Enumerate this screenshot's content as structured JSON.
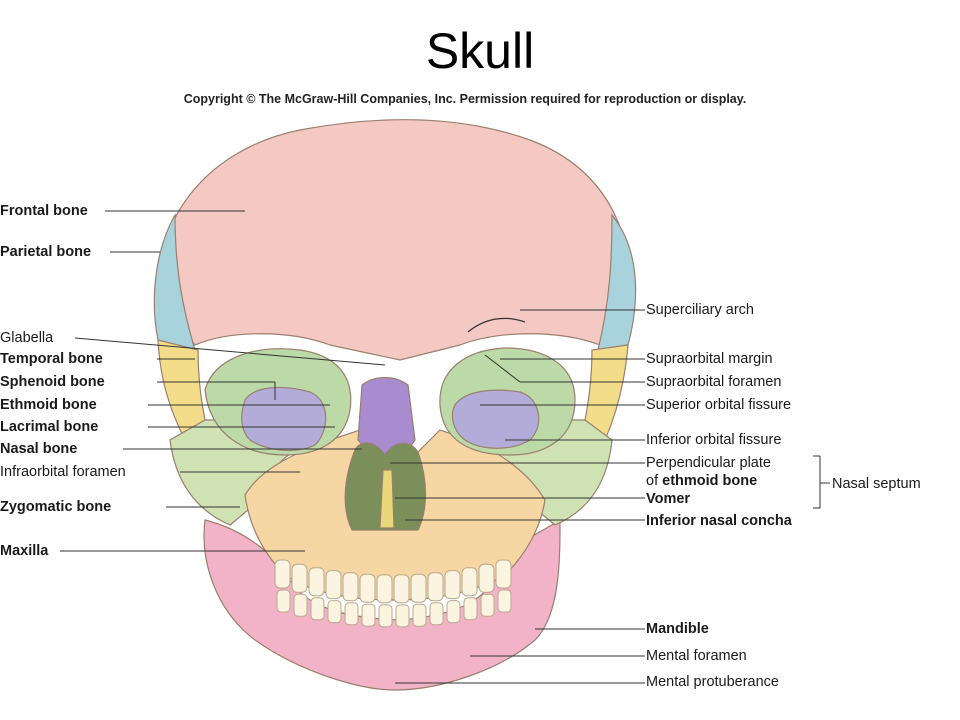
{
  "title": "Skull",
  "copyright": "Copyright © The McGraw-Hill Companies, Inc. Permission required for reproduction or display.",
  "colors": {
    "frontal": "#f4c9c3",
    "parietal": "#a9d3dc",
    "temporal": "#f3dd8a",
    "sphenoid": "#b4acd8",
    "ethmoid": "#bcd9a8",
    "zygomatic": "#cfe2b4",
    "maxilla": "#f6d7a4",
    "mandible": "#f2b3c8",
    "nasal": "#a98bcf",
    "teeth": "#fbf4e1"
  },
  "labels_left": {
    "frontal": "Frontal bone",
    "parietal": "Parietal bone",
    "glabella": "Glabella",
    "temporal": "Temporal bone",
    "sphenoid": "Sphenoid bone",
    "ethmoid": "Ethmoid bone",
    "lacrimal": "Lacrimal bone",
    "nasal": "Nasal bone",
    "infraorbital": "Infraorbital foramen",
    "zygomatic": "Zygomatic bone",
    "maxilla": "Maxilla"
  },
  "labels_right": {
    "superciliary": "Superciliary arch",
    "supraorbital_margin": "Supraorbital margin",
    "supraorbital_foramen": "Supraorbital foramen",
    "superior_fissure": "Superior orbital fissure",
    "inferior_fissure": "Inferior orbital fissure",
    "perpendicular_1": "Perpendicular plate",
    "perpendicular_2_prefix": "of",
    "perpendicular_2_bold": "ethmoid bone",
    "vomer": "Vomer",
    "concha": "Inferior nasal concha",
    "nasal_septum": "Nasal septum",
    "mandible": "Mandible",
    "mental_foramen": "Mental foramen",
    "mental_protuberance": "Mental protuberance"
  }
}
